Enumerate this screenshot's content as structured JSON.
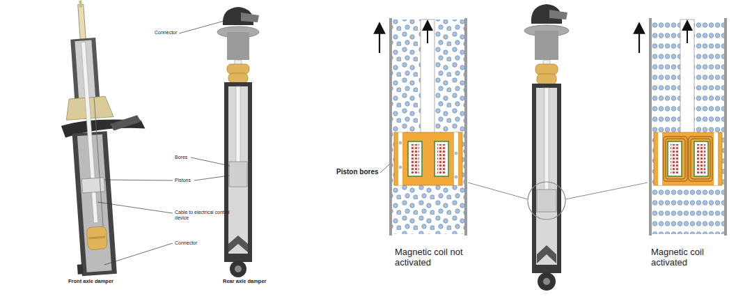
{
  "diagram": {
    "labels": [
      "Connector",
      "Bores",
      "Pistons",
      "Cable to electrical control device",
      "Connector",
      "Front axle damper",
      "Rear axle damper",
      "Piston bores",
      "Magnetic coil not activated",
      "Magnetic coil activated"
    ]
  }
}
